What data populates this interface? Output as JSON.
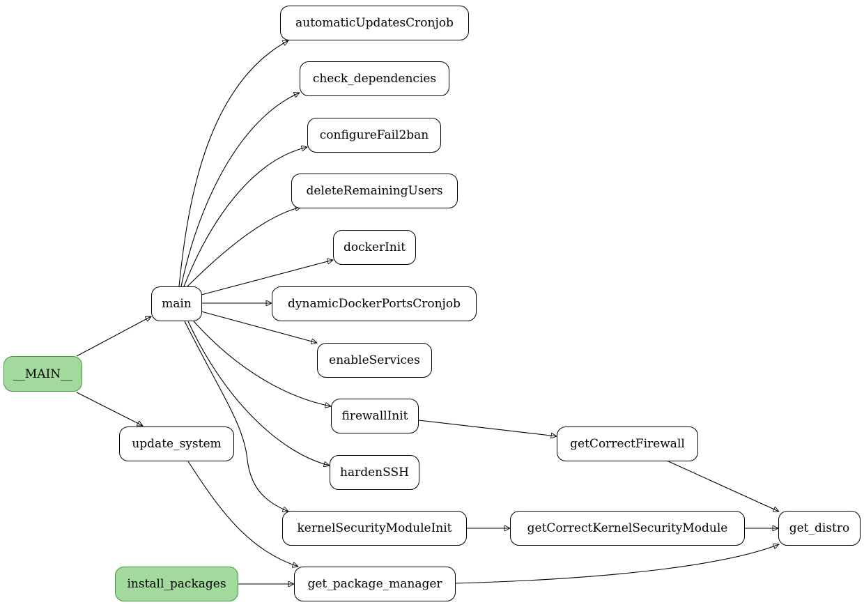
{
  "diagram": {
    "nodes": {
      "n_main_entry": {
        "label": "__MAIN__",
        "entry": true
      },
      "n_main": {
        "label": "main"
      },
      "n_update_system": {
        "label": "update_system"
      },
      "n_install_packages": {
        "label": "install_packages",
        "entry": true
      },
      "n_auto": {
        "label": "automaticUpdatesCronjob"
      },
      "n_check": {
        "label": "check_dependencies"
      },
      "n_fail2ban": {
        "label": "configureFail2ban"
      },
      "n_delete": {
        "label": "deleteRemainingUsers"
      },
      "n_docker": {
        "label": "dockerInit"
      },
      "n_dyn": {
        "label": "dynamicDockerPortsCronjob"
      },
      "n_enable": {
        "label": "enableServices"
      },
      "n_firewall": {
        "label": "firewallInit"
      },
      "n_harden": {
        "label": "hardenSSH"
      },
      "n_kernel": {
        "label": "kernelSecurityModuleInit"
      },
      "n_gpm": {
        "label": "get_package_manager"
      },
      "n_gcf": {
        "label": "getCorrectFirewall"
      },
      "n_gcksm": {
        "label": "getCorrectKernelSecurityModule"
      },
      "n_distro": {
        "label": "get_distro"
      }
    },
    "edges": [
      {
        "from": "__MAIN__",
        "to": "main"
      },
      {
        "from": "__MAIN__",
        "to": "update_system"
      },
      {
        "from": "main",
        "to": "automaticUpdatesCronjob"
      },
      {
        "from": "main",
        "to": "check_dependencies"
      },
      {
        "from": "main",
        "to": "configureFail2ban"
      },
      {
        "from": "main",
        "to": "deleteRemainingUsers"
      },
      {
        "from": "main",
        "to": "dockerInit"
      },
      {
        "from": "main",
        "to": "dynamicDockerPortsCronjob"
      },
      {
        "from": "main",
        "to": "enableServices"
      },
      {
        "from": "main",
        "to": "firewallInit"
      },
      {
        "from": "main",
        "to": "hardenSSH"
      },
      {
        "from": "main",
        "to": "kernelSecurityModuleInit"
      },
      {
        "from": "update_system",
        "to": "get_package_manager"
      },
      {
        "from": "install_packages",
        "to": "get_package_manager"
      },
      {
        "from": "firewallInit",
        "to": "getCorrectFirewall"
      },
      {
        "from": "kernelSecurityModuleInit",
        "to": "getCorrectKernelSecurityModule"
      },
      {
        "from": "getCorrectFirewall",
        "to": "get_distro"
      },
      {
        "from": "getCorrectKernelSecurityModule",
        "to": "get_distro"
      },
      {
        "from": "get_package_manager",
        "to": "get_distro"
      }
    ]
  },
  "colors": {
    "entry_fill": "#a2d99d",
    "entry_border": "#3a9d3e",
    "node_fill": "#ffffff",
    "edge": "#000000"
  }
}
